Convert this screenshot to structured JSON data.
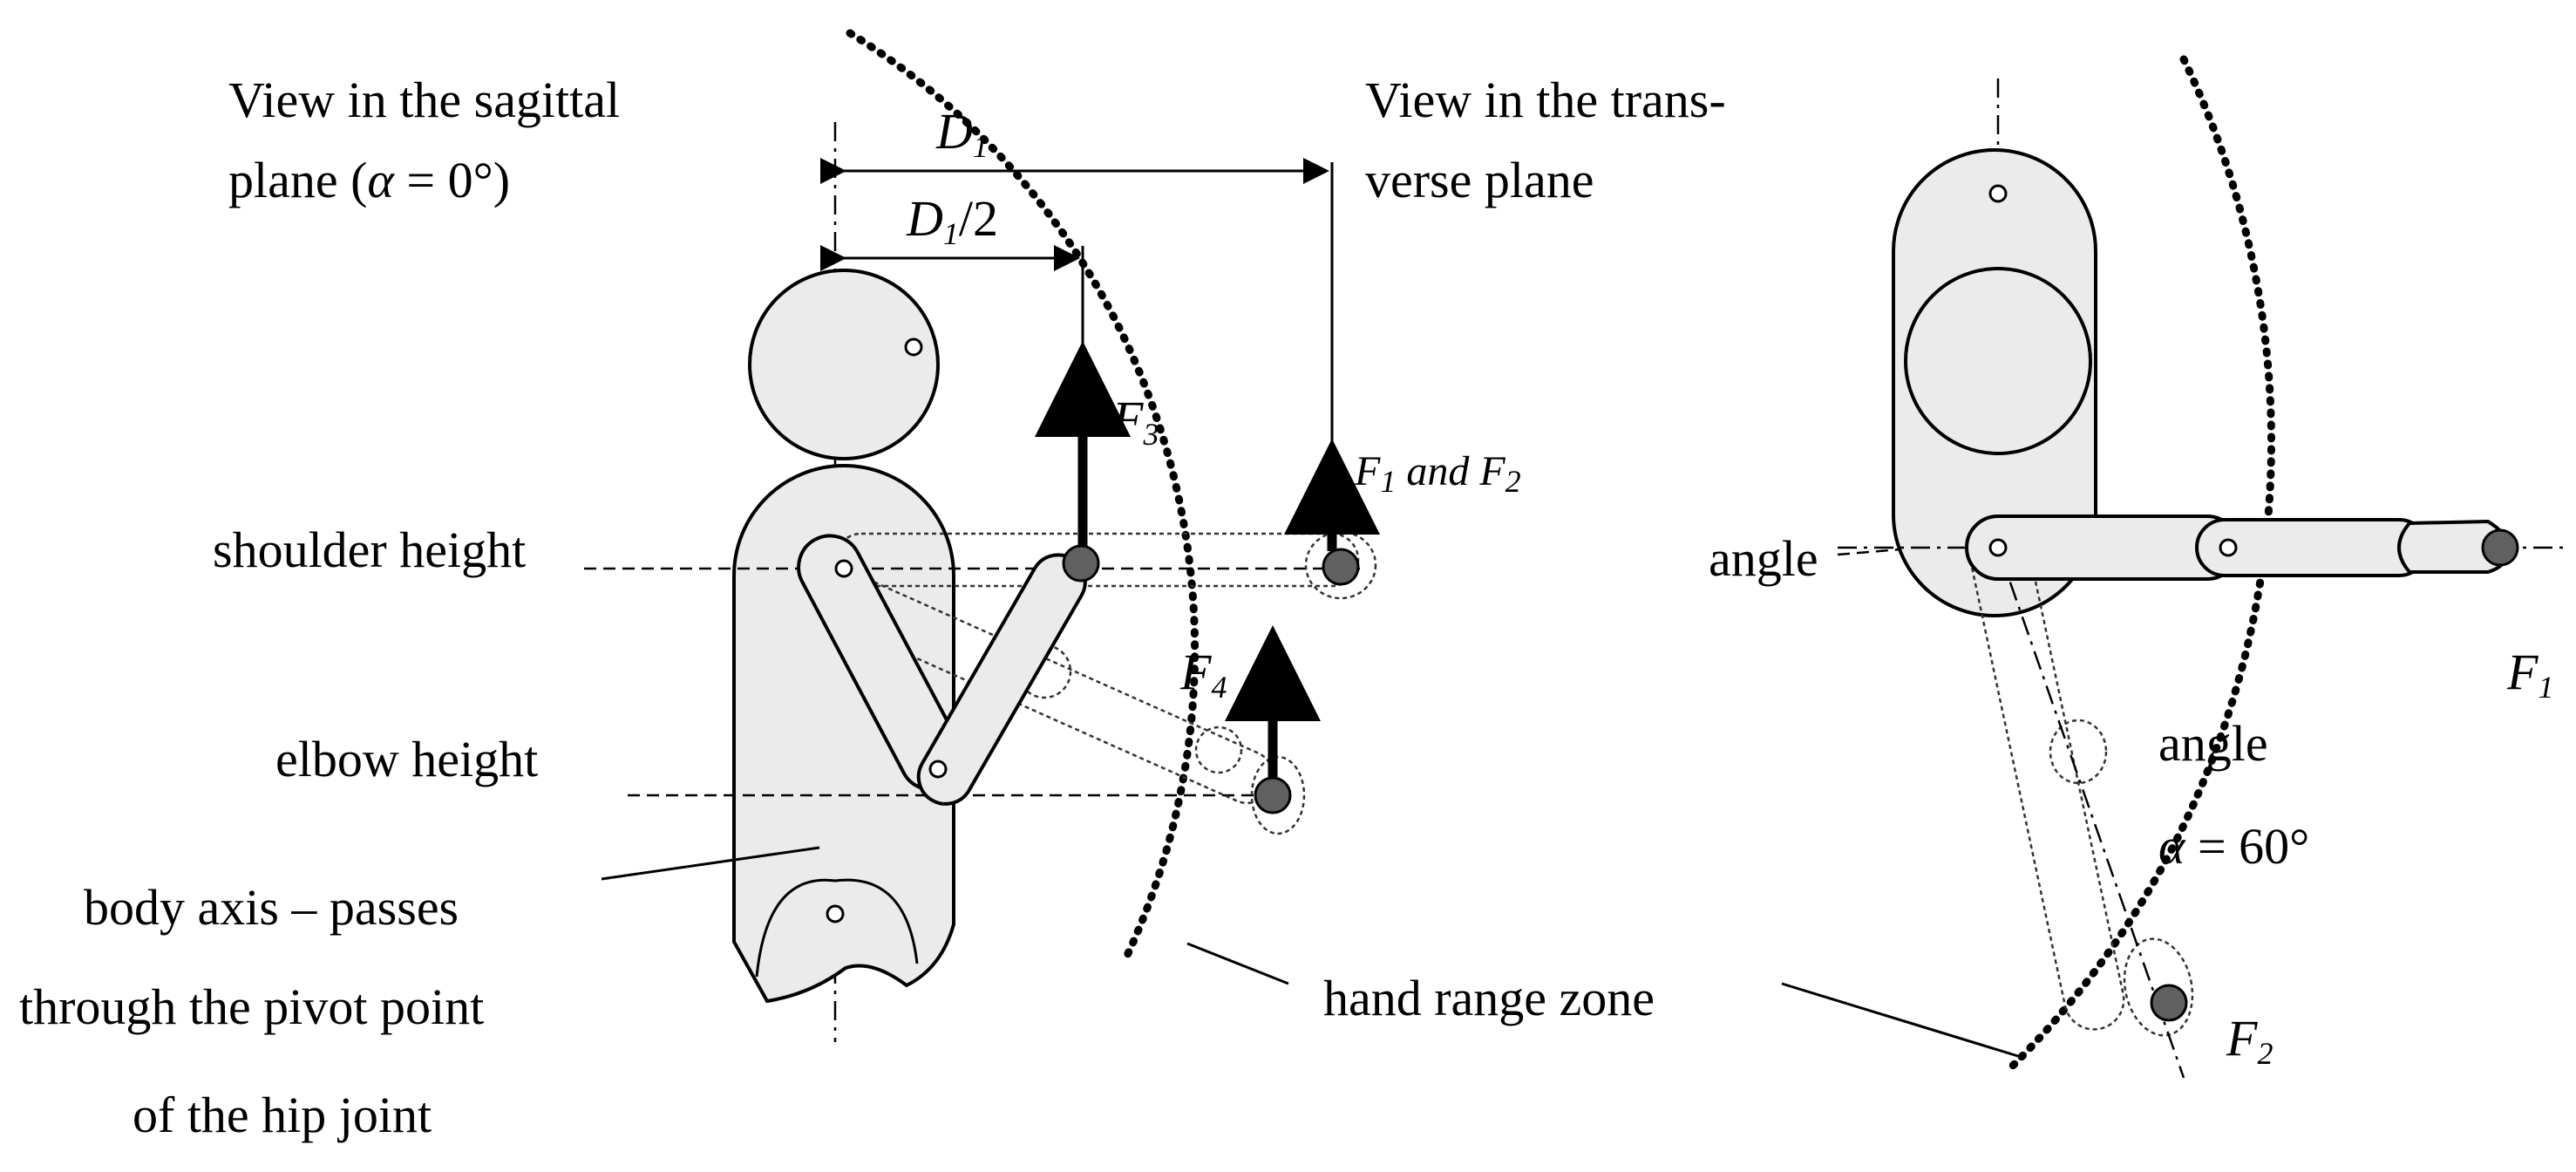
{
  "labels": {
    "sagittal_title_1": "View in the sagittal",
    "sagittal_title_2": "plane (",
    "sagittal_alpha": "α",
    "sagittal_title_3": " = 0°)",
    "transverse_title_1": "View in the trans-",
    "transverse_title_2": "verse plane",
    "d1": "D",
    "d1_sub": "1",
    "d1_half": "D",
    "d1_half_sub": "1",
    "d1_half_rest": "/2",
    "shoulder_height": "shoulder height",
    "elbow_height": "elbow height",
    "body_axis_1": "body axis – passes",
    "body_axis_2": "through the pivot point",
    "body_axis_3": "of the hip joint",
    "hand_range_zone": "hand range zone",
    "angle_left": "angle",
    "angle_right": "angle",
    "alpha_value_symbol": "α",
    "alpha_value": " = 60°"
  },
  "forces": {
    "f3": "F",
    "f3_sub": "3",
    "f4": "F",
    "f4_sub": "4",
    "f1_and_f2_a": "F",
    "f1_and_f2_sub1": "1",
    "f1_and_f2_mid": " and F",
    "f1_and_f2_sub2": "2",
    "f1": "F",
    "f1_sub": "1",
    "f2": "F",
    "f2_sub": "2"
  },
  "colors": {
    "body_fill": "#ebebeb",
    "hand_point": "#606060",
    "line": "#000000"
  }
}
